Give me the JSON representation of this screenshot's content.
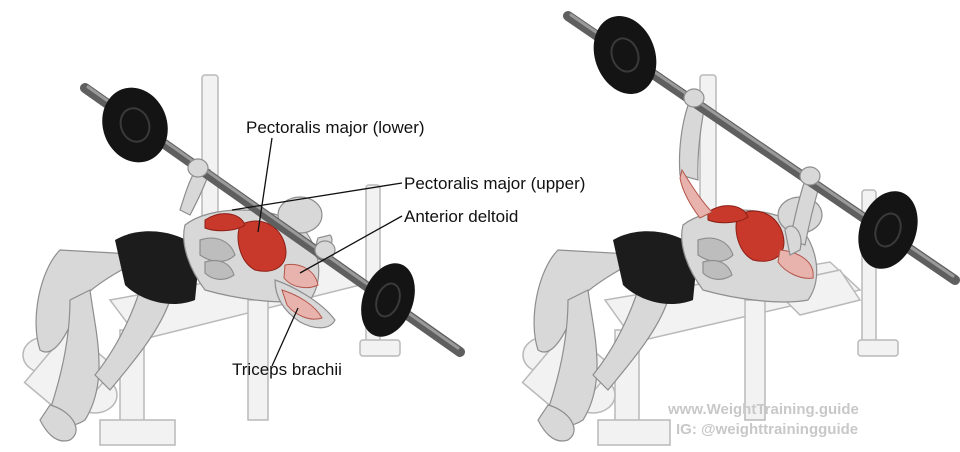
{
  "labels": {
    "pec_lower": "Pectoralis major (lower)",
    "pec_upper": "Pectoralis major (upper)",
    "anterior_deltoid": "Anterior deltoid",
    "triceps": "Triceps brachii"
  },
  "watermark": {
    "line1": "www.WeightTraining.guide",
    "line2": "IG: @weighttrainingguide"
  },
  "colors": {
    "target_muscle": "#c9392b",
    "secondary_muscle": "#e9b3ad",
    "barbell": "#5f5f5f",
    "plate": "#141414",
    "skin": "#d8d8d8",
    "shorts": "#1c1c1c"
  }
}
